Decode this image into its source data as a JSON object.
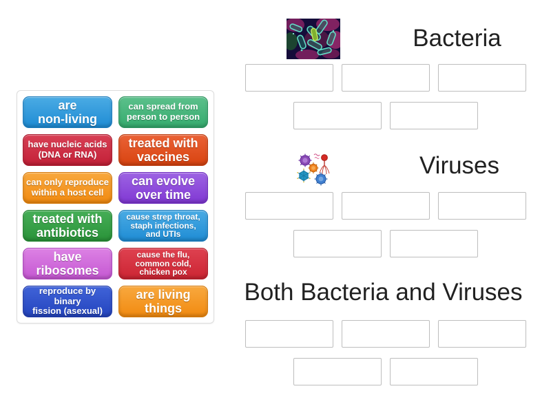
{
  "page": {
    "background": "#ffffff",
    "title_color": "#212121"
  },
  "categories": [
    {
      "title": "Bacteria",
      "image": "bacteria-micrograph-photo",
      "slot_count": 5,
      "slot_rows": [
        3,
        2
      ]
    },
    {
      "title": "Viruses",
      "image": "virus-cluster-illustration",
      "slot_count": 5,
      "slot_rows": [
        3,
        2
      ]
    },
    {
      "title": "Both Bacteria and Viruses",
      "image": null,
      "slot_count": 5,
      "slot_rows": [
        3,
        2
      ]
    }
  ],
  "tray": {
    "tiles": [
      {
        "label": "are\nnon-living",
        "size": "lg",
        "colors": {
          "light": "#4aabe4",
          "dark": "#1f8cd4",
          "border": "#1979ba"
        }
      },
      {
        "label": "can spread from\nperson to person",
        "size": "md",
        "colors": {
          "light": "#5cc08b",
          "dark": "#35ab6e",
          "border": "#2b915d"
        }
      },
      {
        "label": "have nucleic acids\n(DNA or RNA)",
        "size": "md",
        "colors": {
          "light": "#d84055",
          "dark": "#c32037",
          "border": "#a81428"
        }
      },
      {
        "label": "treated with\nvaccines",
        "size": "lg",
        "colors": {
          "light": "#ea6236",
          "dark": "#d84310",
          "border": "#b9380b"
        }
      },
      {
        "label": "can only reproduce\nwithin a host cell",
        "size": "md",
        "colors": {
          "light": "#f8a83e",
          "dark": "#f18a10",
          "border": "#d4790a"
        }
      },
      {
        "label": "can evolve\nover time",
        "size": "lg",
        "colors": {
          "light": "#9d64e3",
          "dark": "#8038d3",
          "border": "#6c2abd"
        }
      },
      {
        "label": "treated with\nantibiotics",
        "size": "lg",
        "colors": {
          "light": "#46ae57",
          "dark": "#2a9339",
          "border": "#20802e"
        }
      },
      {
        "label": "cause strep throat,\nstaph infections,\nand UTIs",
        "size": "sm",
        "colors": {
          "light": "#4aabe4",
          "dark": "#1f8cd4",
          "border": "#1979ba"
        }
      },
      {
        "label": "have\nribosomes",
        "size": "lg",
        "colors": {
          "light": "#dc81e4",
          "dark": "#c558d2",
          "border": "#ab41ba"
        }
      },
      {
        "label": "cause the flu,\ncommon cold,\nchicken pox",
        "size": "sm",
        "colors": {
          "light": "#de4150",
          "dark": "#cc2533",
          "border": "#b01a28"
        }
      },
      {
        "label": "reproduce by binary\nfission (asexual)",
        "size": "md",
        "colors": {
          "light": "#4063d8",
          "dark": "#2444be",
          "border": "#1d37a6"
        }
      },
      {
        "label": "are living\nthings",
        "size": "lg",
        "colors": {
          "light": "#f8a83e",
          "dark": "#f18a10",
          "border": "#d4790a"
        }
      }
    ]
  }
}
